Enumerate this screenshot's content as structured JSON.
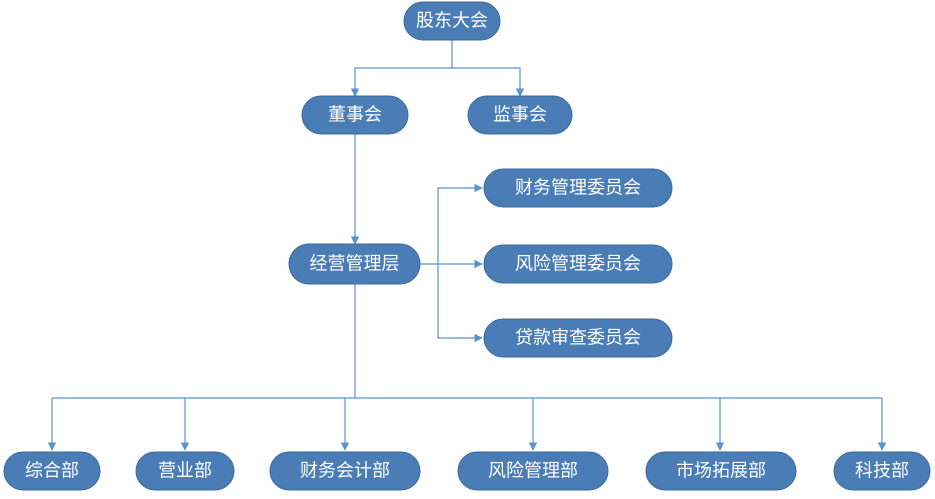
{
  "colors": {
    "node_fill": "#4a7db5",
    "connector": "#5b93cf",
    "text": "#ffffff"
  },
  "nodes": {
    "shareholders": "股东大会",
    "board": "董事会",
    "supervisors": "监事会",
    "management": "经营管理层",
    "finance_committee": "财务管理委员会",
    "risk_committee": "风险管理委员会",
    "loan_committee": "贷款审查委员会",
    "dept_general": "综合部",
    "dept_business": "营业部",
    "dept_accounting": "财务会计部",
    "dept_risk": "风险管理部",
    "dept_market": "市场拓展部",
    "dept_tech": "科技部"
  }
}
